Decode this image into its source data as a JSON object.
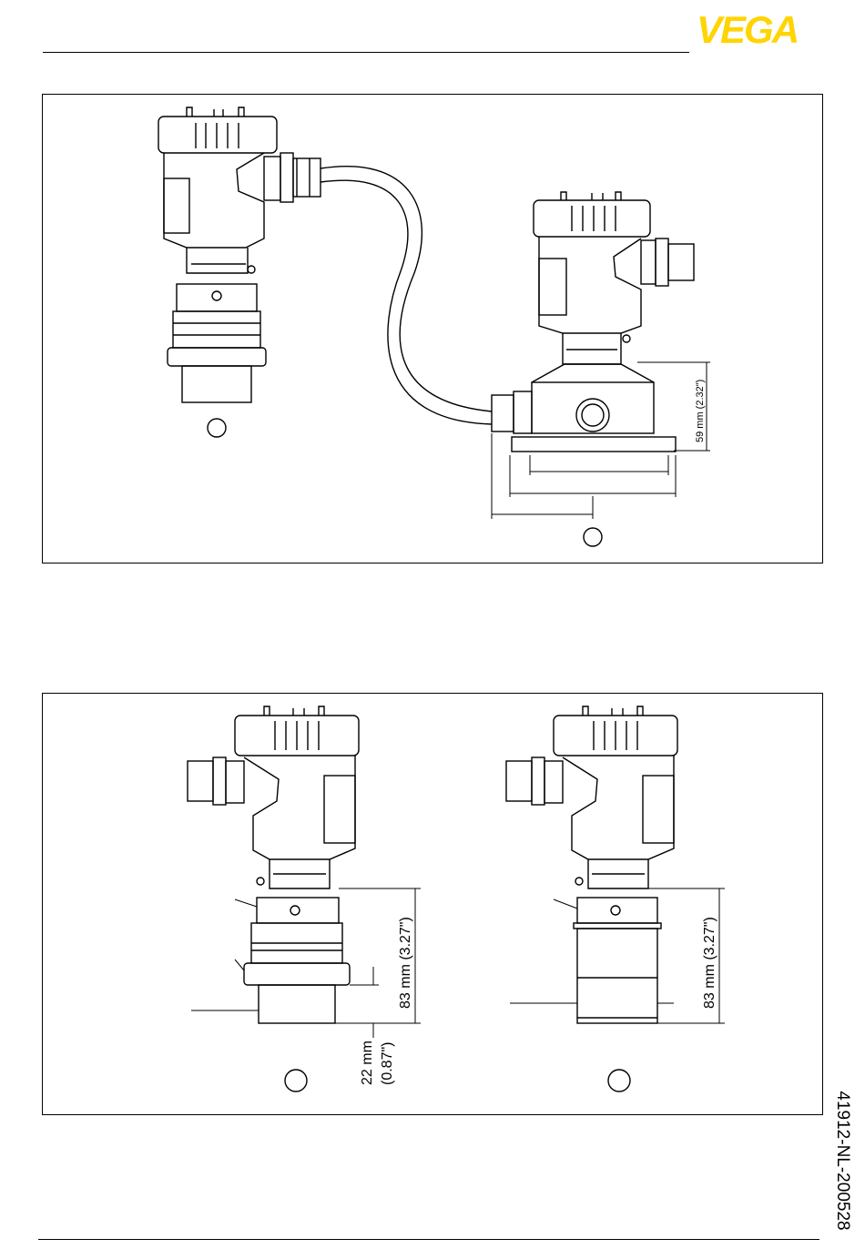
{
  "brand": {
    "name": "VEGA",
    "color": "#FFD400"
  },
  "document_code": "41912-NL-200528",
  "figure1": {
    "dimension_label": "59 mm (2.32\")"
  },
  "figure2": {
    "left_height_label": "83 mm (3.27\")",
    "thread_label_line1": "22 mm",
    "thread_label_line2": "(0.87\")",
    "right_height_label": "83 mm (3.27\")"
  }
}
